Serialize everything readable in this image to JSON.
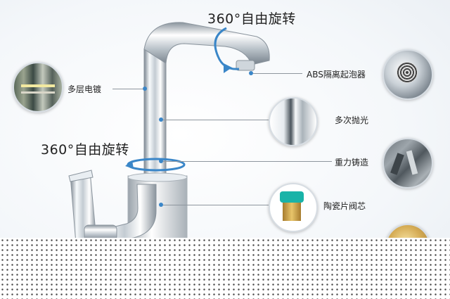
{
  "labels": {
    "rotate_top": "360°自由旋转",
    "rotate_mid": "360°自由旋转",
    "multilayer": "多层电镀",
    "aerator": "ABS隔离起泡器",
    "polish": "多次抛光",
    "casting": "重力铸造",
    "cartridge": "陶瓷片阀芯"
  },
  "colors": {
    "accent": "#3a86c8",
    "chrome_dark": "#6c7680",
    "chrome_light": "#f5f8fb"
  },
  "icons": {
    "multilayer": "plating-layers-photo",
    "aerator": "aerator-photo",
    "polish": "polished-pipe-photo",
    "casting": "casting-tools-photo",
    "cartridge": "ceramic-cartridge-photo",
    "extra": "brass-part-photo"
  }
}
